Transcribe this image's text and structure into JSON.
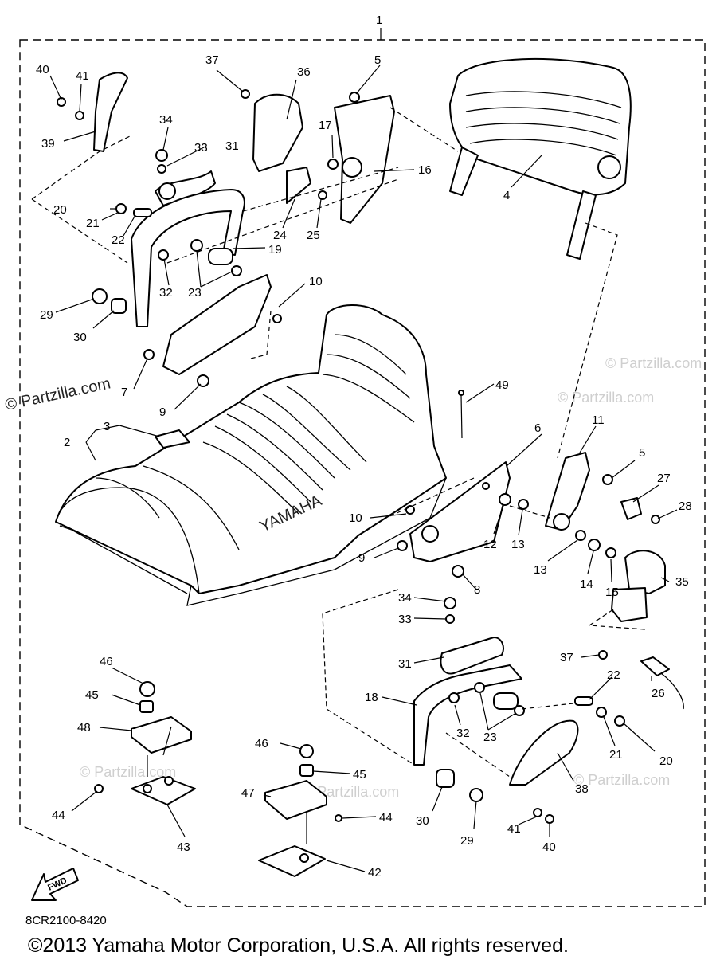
{
  "assembly_number": "1",
  "watermark_main": "© Partzilla.com",
  "watermark_repeat": "© Partzilla.com",
  "seat_brand": "YAMAHA",
  "fwd_label": "FWD",
  "diagram_code": "8CR2100-8420",
  "copyright": "©2013  Yamaha Motor Corporation, U.S.A. All rights reserved.",
  "callouts": {
    "c2": "2",
    "c3": "3",
    "c4": "4",
    "c5a": "5",
    "c5b": "5",
    "c6": "6",
    "c7": "7",
    "c8": "8",
    "c9a": "9",
    "c9b": "9",
    "c10a": "10",
    "c10b": "10",
    "c11": "11",
    "c12": "12",
    "c13a": "13",
    "c13b": "13",
    "c14": "14",
    "c15": "15",
    "c16": "16",
    "c17": "17",
    "c18": "18",
    "c19": "19",
    "c20a": "20",
    "c20b": "20",
    "c21a": "21",
    "c21b": "21",
    "c22a": "22",
    "c22b": "22",
    "c23a": "23",
    "c23b": "23",
    "c24": "24",
    "c25": "25",
    "c26": "26",
    "c27": "27",
    "c28": "28",
    "c29a": "29",
    "c29b": "29",
    "c30a": "30",
    "c30b": "30",
    "c31a": "31",
    "c31b": "31",
    "c32a": "32",
    "c32b": "32",
    "c33a": "33",
    "c33b": "33",
    "c34a": "34",
    "c34b": "34",
    "c35": "35",
    "c36": "36",
    "c37a": "37",
    "c37b": "37",
    "c38": "38",
    "c39": "39",
    "c40a": "40",
    "c40b": "40",
    "c41a": "41",
    "c41b": "41",
    "c42": "42",
    "c43": "43",
    "c44a": "44",
    "c44b": "44",
    "c45a": "45",
    "c45b": "45",
    "c46a": "46",
    "c46b": "46",
    "c47": "47",
    "c48": "48",
    "c49": "49"
  }
}
